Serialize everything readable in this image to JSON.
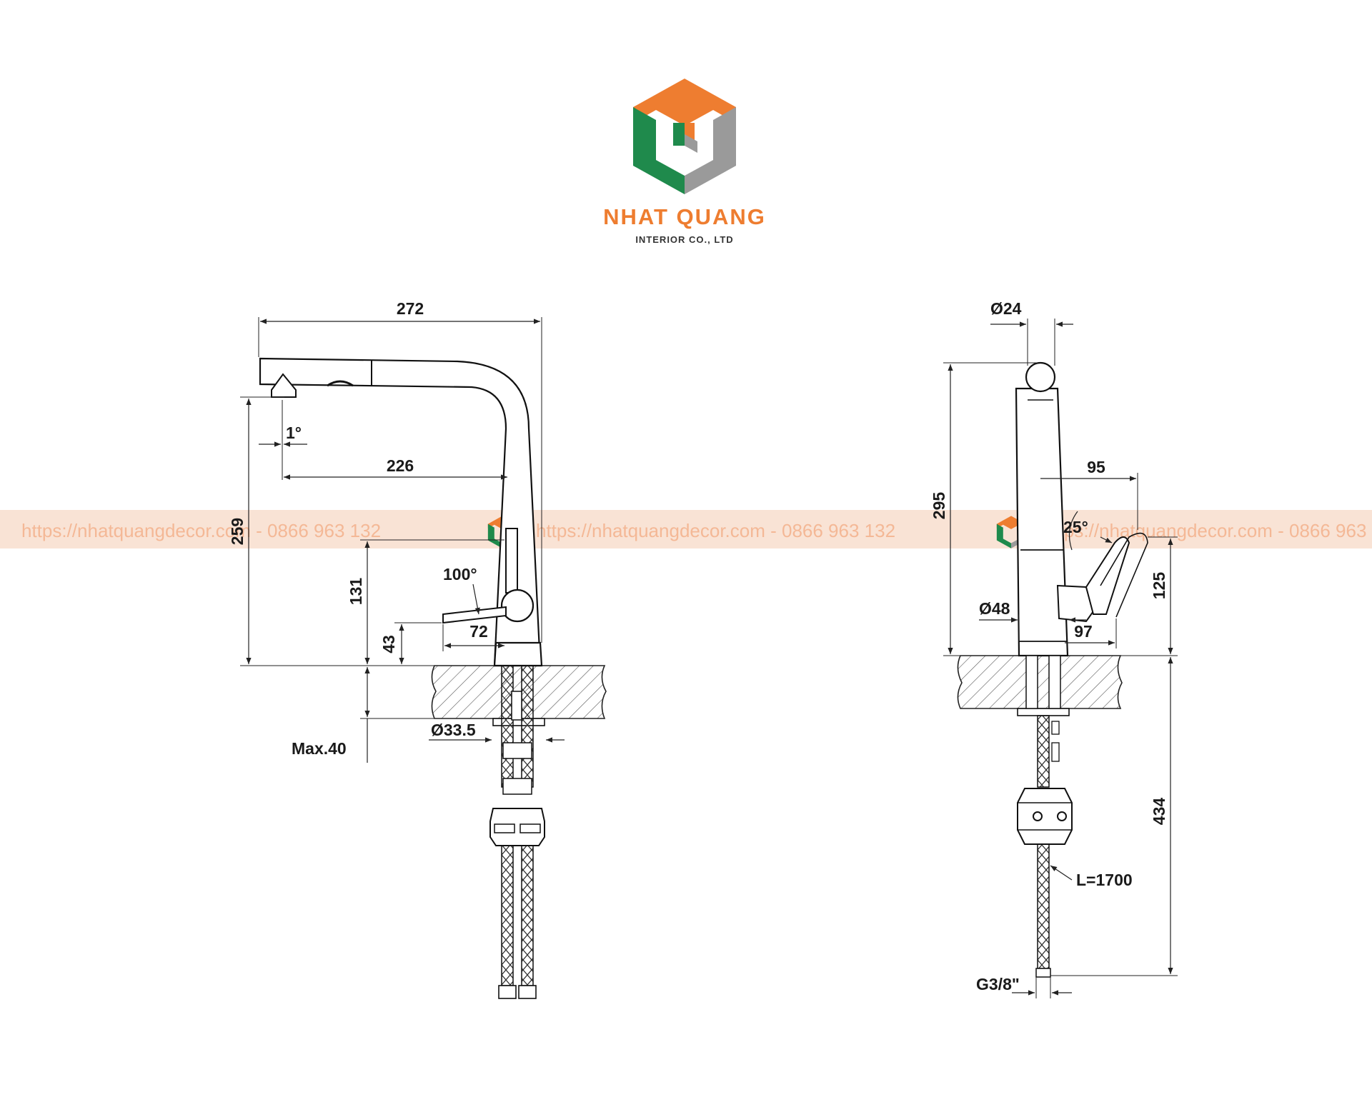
{
  "brand": {
    "name": "NHAT QUANG",
    "subtitle": "INTERIOR CO., LTD",
    "colors": {
      "orange": "#EE7D30",
      "green": "#1F8A4C",
      "gray": "#9A9A9A"
    }
  },
  "watermark": {
    "text": "https://nhatquangdecor.com - 0866 963 132",
    "band_color": "#F7D9C7",
    "text_color": "#F4B896"
  },
  "front_view": {
    "dims": {
      "overall_width": "272",
      "spout_reach": "226",
      "tilt_angle": "1°",
      "height": "259",
      "lever_height": "131",
      "lever_angle": "100°",
      "lever_reach": "72",
      "lever_base": "43",
      "hole_diameter": "Ø33.5",
      "max_thickness": "Max.40"
    }
  },
  "side_view": {
    "dims": {
      "spout_diameter": "Ø24",
      "height": "295",
      "lever_reach_top": "95",
      "lever_angle": "25°",
      "lever_height": "125",
      "base_diameter": "Ø48",
      "lever_reach_bottom": "97",
      "hose_length": "L=1700",
      "hose_depth": "434",
      "thread": "G3/8\""
    }
  }
}
